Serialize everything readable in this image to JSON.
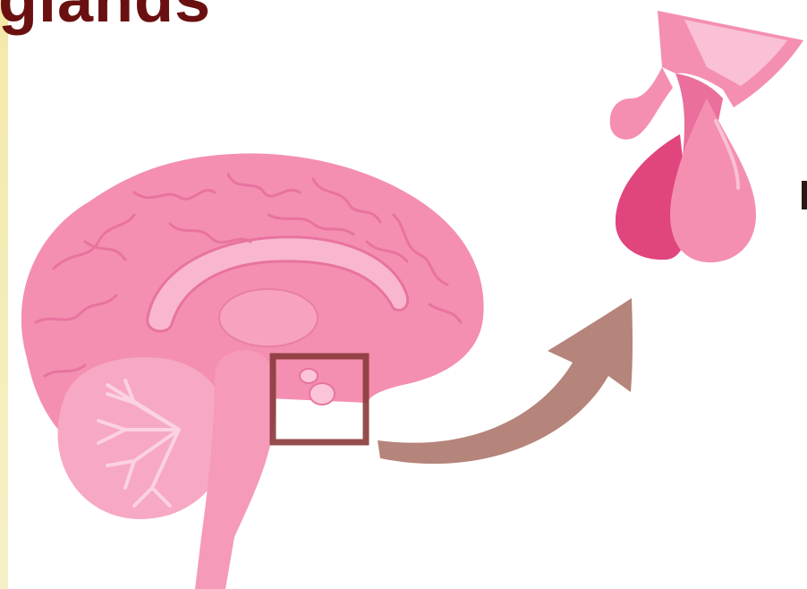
{
  "heading": {
    "title": "glands"
  },
  "colors": {
    "title": "#6b1010",
    "brain": "#f48fb1",
    "brain_fold": "#e8739f",
    "highlight_box": "#8a3a3a",
    "arrow": "#b5847a",
    "gland_dark": "#e0457d",
    "gland_light": "#f48fb1"
  },
  "icons": {
    "brain": "brain-sagittal-illustration",
    "gland": "pituitary-gland-illustration",
    "arrow": "curved-arrow"
  }
}
